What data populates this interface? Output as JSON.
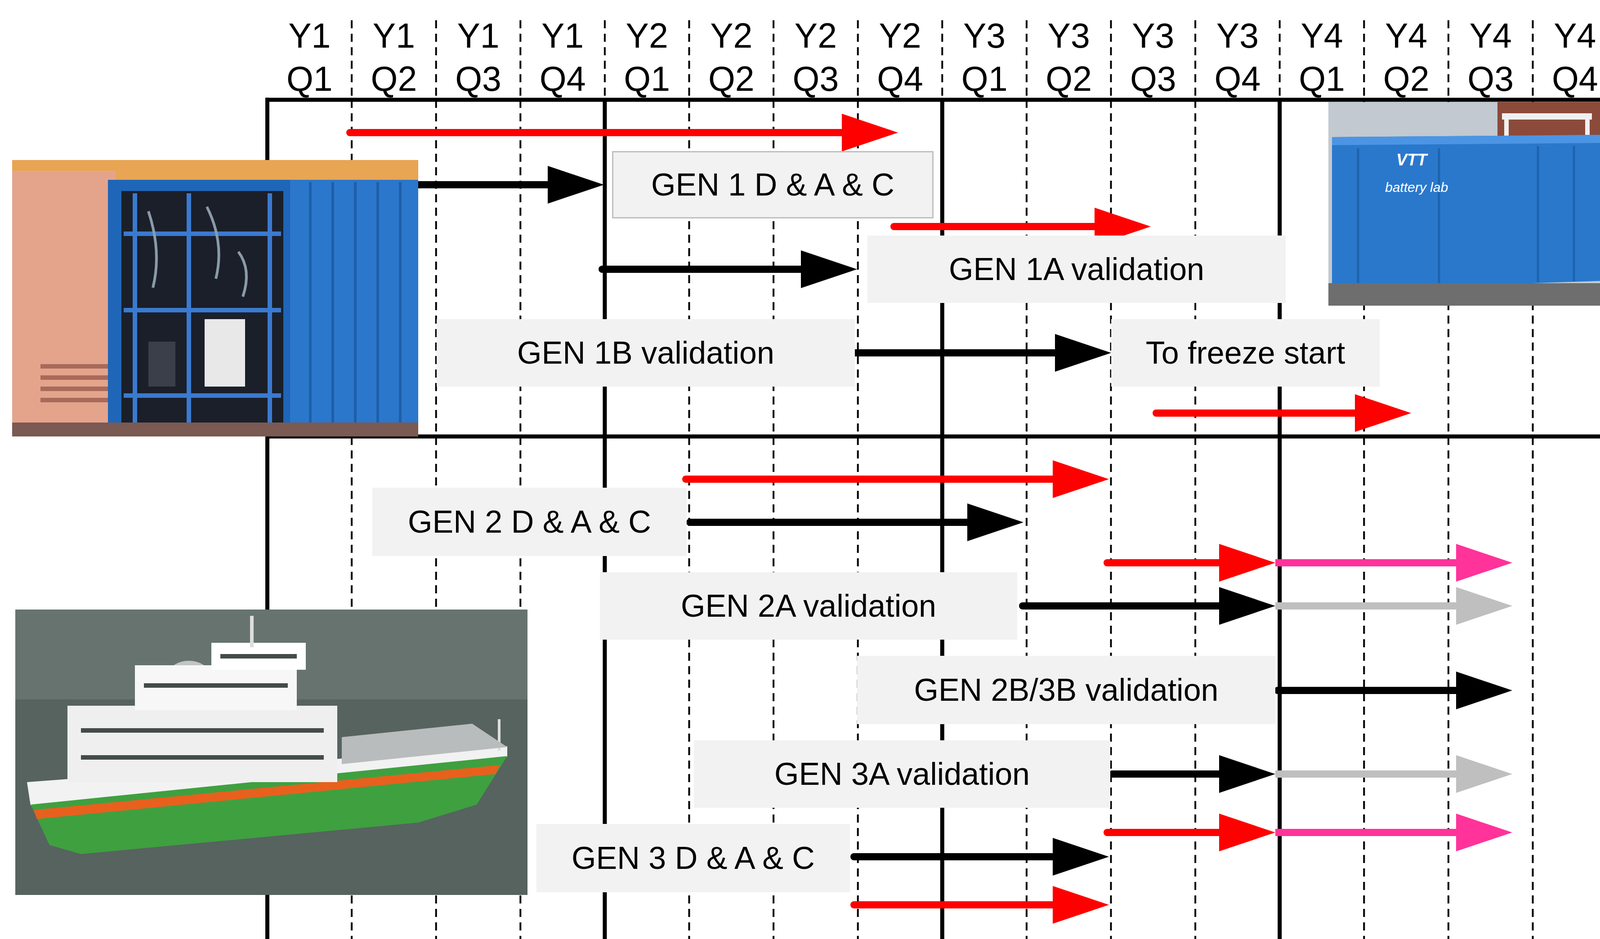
{
  "diagram": {
    "nodes": [
      {
        "text": [
          "GEN 1 D & A & C"
        ]
      },
      {
        "text": [
          "GEN 1A validation"
        ]
      },
      {
        "text": [
          "GEN 1B validation"
        ]
      },
      {
        "text": [
          "To freeze start"
        ]
      },
      {
        "text": [
          "GEN 2 D & A & C"
        ]
      },
      {
        "text": [
          "GEN 2A validation"
        ]
      },
      {
        "text": [
          "GEN 2B/3B validation"
        ]
      },
      {
        "text": [
          "GEN 3A validation"
        ]
      },
      {
        "text": [
          "GEN 3 D & A & C"
        ]
      }
    ],
    "edges": [
      {
        "from": 2,
        "to": 3,
        "arrow": "to"
      }
    ],
    "labels": [
      "Y1 Q1",
      "Y1 Q2",
      "Y1 Q3",
      "Y1 Q4",
      "Y2 Q1",
      "Y2 Q2",
      "Y2 Q3",
      "Y2 Q4",
      "Y3 Q1",
      "Y3 Q2",
      "Y3 Q3",
      "Y3 Q4",
      "Y4 Q1",
      "Y4 Q2",
      "Y4 Q3",
      "Y4 Q4",
      "VTT",
      "battery lab"
    ]
  }
}
